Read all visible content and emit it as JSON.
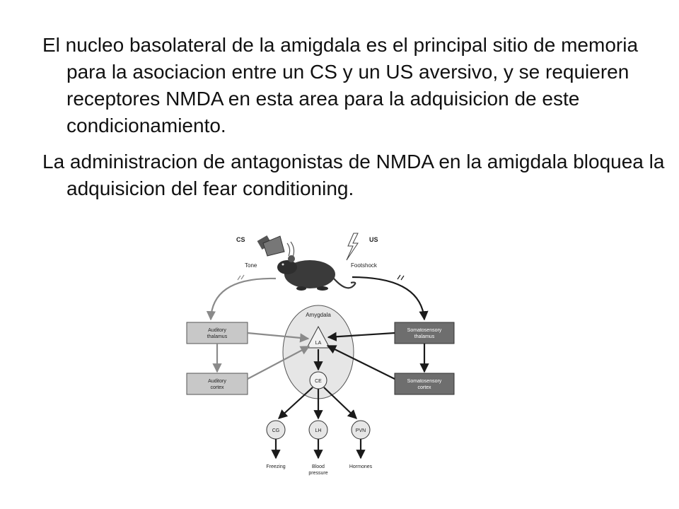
{
  "text": {
    "paragraph_1": "El nucleo basolateral de la amigdala es el principal sitio de memoria para la asociacion entre un CS y un US aversivo, y se requieren receptores NMDA en esta area para la adquisicion de este condicionamiento.",
    "paragraph_2": "La administracion de antagonistas de NMDA en la amigdala bloquea la adquisicion del fear conditioning."
  },
  "diagram": {
    "cs_label": "CS",
    "us_label": "US",
    "tone_label": "Tone",
    "footshock_label": "Footshock",
    "amygdala_label": "Amygdala",
    "la_label": "LA",
    "ce_label": "CE",
    "auditory_thalamus": [
      "Auditory",
      "thalamus"
    ],
    "auditory_cortex": [
      "Auditory",
      "cortex"
    ],
    "somatosensory_thalamus": [
      "Somatosensory",
      "thalamus"
    ],
    "somatosensory_cortex": [
      "Somatosensory",
      "cortex"
    ],
    "cg_label": "CG",
    "lh_label": "LH",
    "pvn_label": "PVN",
    "freezing_label": "Freezing",
    "blood_pressure": [
      "Blood",
      "pressure"
    ],
    "hormones_label": "Hormones",
    "colors": {
      "dark_arrow": "#1a1a1a",
      "light_arrow": "#8a8a8a",
      "box_light": "#c8c8c8",
      "box_dark": "#6e6e6e",
      "amygdala_fill": "#e6e6e6"
    }
  }
}
